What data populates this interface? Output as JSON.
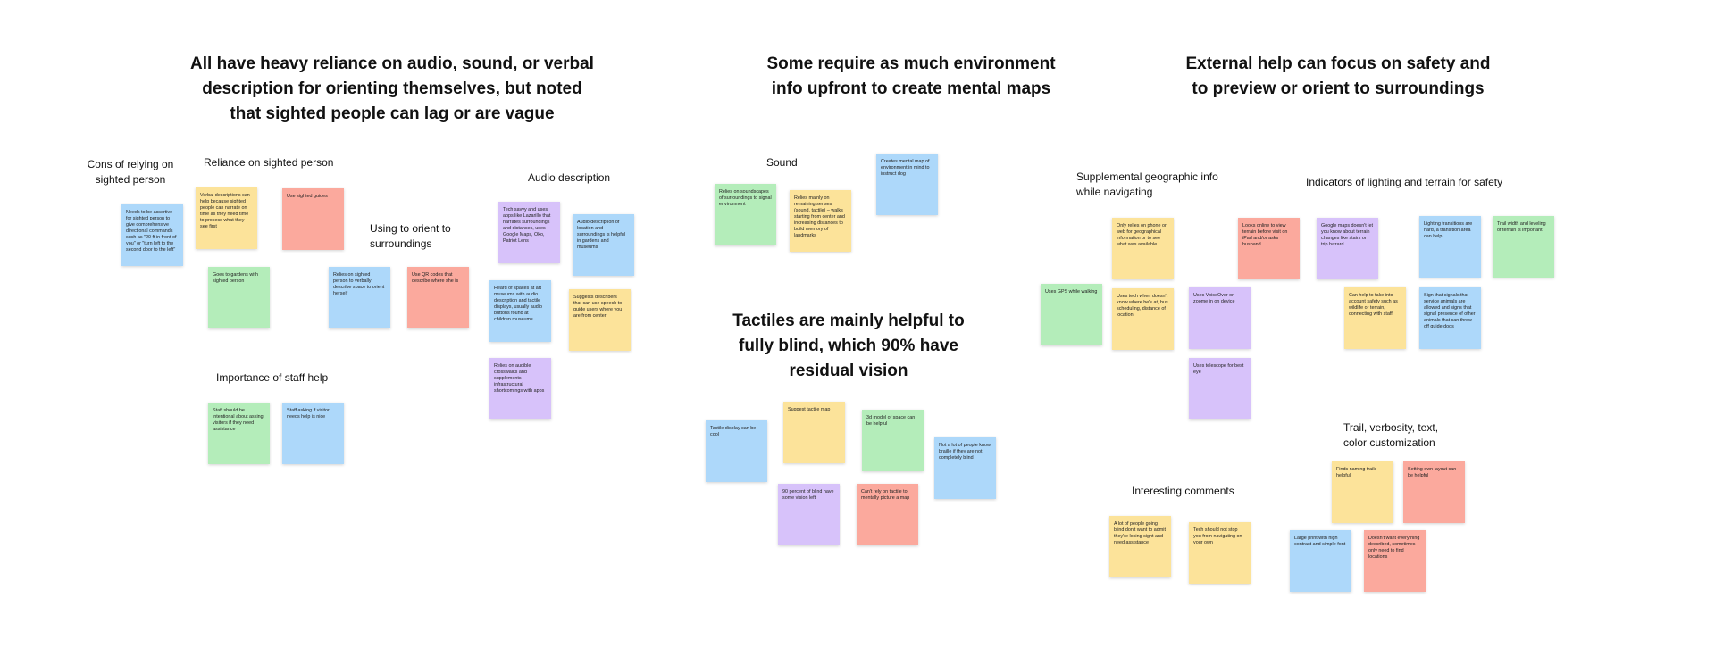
{
  "headings": {
    "h1": "All have heavy reliance on audio, sound, or verbal\ndescription for orienting themselves, but noted\nthat sighted people can lag or are vague",
    "h2": "Some require as much environment\ninfo upfront to create mental maps",
    "h3": "External help can focus on safety and\nto preview or orient to surroundings",
    "h4": "Tactiles are mainly helpful to\nfully blind, which 90% have\nresidual vision"
  },
  "labels": {
    "cons": "Cons of relying on\nsighted person",
    "reliance": "Reliance on sighted person",
    "orient": "Using to orient to\nsurroundings",
    "audio": "Audio description",
    "staff": "Importance of staff help",
    "sound": "Sound",
    "geo": "Supplemental geographic info\nwhile navigating",
    "lighting": "Indicators of lighting and terrain for safety",
    "trail": "Trail, verbosity, text,\ncolor customization",
    "interesting": "Interesting comments"
  },
  "notes": {
    "n01": {
      "text": "Needs to be assertive for sighted person to give comprehensive directional commands such as \"20 ft in front of you\" or \"turn left to the second door to the left\"",
      "color": "blue"
    },
    "n02": {
      "text": "Verbal descriptions can help because sighted people can narrate on time as they need time to process what they see first",
      "color": "yellow"
    },
    "n03": {
      "text": "Use sighted guides",
      "color": "red"
    },
    "n04": {
      "text": "Goes to gardens with sighted person",
      "color": "green"
    },
    "n05": {
      "text": "Relies on sighted person to verbally describe space to orient herself",
      "color": "blue"
    },
    "n06": {
      "text": "Use QR codes that describe where she is",
      "color": "red"
    },
    "n07": {
      "text": "Tech savvy and uses apps like Lazarillo that narrates surroundings and distances, uses Google Maps, Oko, Patriot Lens",
      "color": "purple"
    },
    "n08": {
      "text": "Audio description of location and surroundings is helpful in gardens and museums",
      "color": "blue"
    },
    "n09": {
      "text": "Heard of spaces at art museums with audio description and tactile displays, usually audio buttons found at children museums",
      "color": "blue"
    },
    "n10": {
      "text": "Suggests describers that can use speech to guide users where you are from center",
      "color": "yellow"
    },
    "n11": {
      "text": "Relies on audible crosswalks and supplements infrastructural shortcomings with apps",
      "color": "purple"
    },
    "n12": {
      "text": "Staff should be intentional about asking visitors if they need assistance",
      "color": "green"
    },
    "n13": {
      "text": "Staff asking if visitor needs help is nice",
      "color": "blue"
    },
    "n14": {
      "text": "Relies on soundscapes of surroundings to signal environment",
      "color": "green"
    },
    "n15": {
      "text": "Relies mainly on remaining senses (sound, tactile) – walks starting from center and increasing distances to build memory of landmarks",
      "color": "yellow"
    },
    "n16": {
      "text": "Creates mental map of environment in mind to instruct dog",
      "color": "blue"
    },
    "n17": {
      "text": "Tactile display can be cool",
      "color": "blue"
    },
    "n18": {
      "text": "Suggest tactile map",
      "color": "yellow"
    },
    "n19": {
      "text": "3d model of space can be helpful",
      "color": "green"
    },
    "n20": {
      "text": "Not a lot of people know braille if they are not completely blind",
      "color": "blue"
    },
    "n21": {
      "text": "90 percent of blind have some vision left",
      "color": "purple"
    },
    "n22": {
      "text": "Can't rely on tactile to mentally picture a map",
      "color": "red"
    },
    "n23": {
      "text": "Uses GPS while walking",
      "color": "green"
    },
    "n24": {
      "text": "Only relies on phone or web for geographical information or to see what was available",
      "color": "yellow"
    },
    "n25": {
      "text": "Uses tech when doesn't know where he's at, bus scheduling, distance of location",
      "color": "yellow"
    },
    "n26": {
      "text": "Looks online to view terrain before visit on iPad and/or asks husband",
      "color": "red"
    },
    "n27": {
      "text": "Google maps doesn't let you know about terrain changes like stairs or trip hazard",
      "color": "purple"
    },
    "n28": {
      "text": "Uses VoiceOver or zoome in on device",
      "color": "purple"
    },
    "n29": {
      "text": "Uses telescope for best eye",
      "color": "purple"
    },
    "n30": {
      "text": "Can help to take into account safety such as wildlife or terrain, connecting with staff",
      "color": "yellow"
    },
    "n31": {
      "text": "Lighting transitions are hard, a transition area can help",
      "color": "blue"
    },
    "n32": {
      "text": "Trail width and leveling of terrain is important",
      "color": "green"
    },
    "n33": {
      "text": "Sign that signals that service animals are allowed and signs that signal presence of other animals that can throw off guide dogs",
      "color": "blue"
    },
    "n34": {
      "text": "Finds naming trails helpful",
      "color": "yellow"
    },
    "n35": {
      "text": "Setting own layout can be helpful",
      "color": "red"
    },
    "n36": {
      "text": "A lot of people going blind don't want to admit they're losing sight and need assistance",
      "color": "yellow"
    },
    "n37": {
      "text": "Tech should not stop you from navigating on your own",
      "color": "yellow"
    },
    "n38": {
      "text": "Large print with high contrast and simple font",
      "color": "blue"
    },
    "n39": {
      "text": "Doesn't want everything described, sometimes only need to find locations",
      "color": "red"
    }
  }
}
